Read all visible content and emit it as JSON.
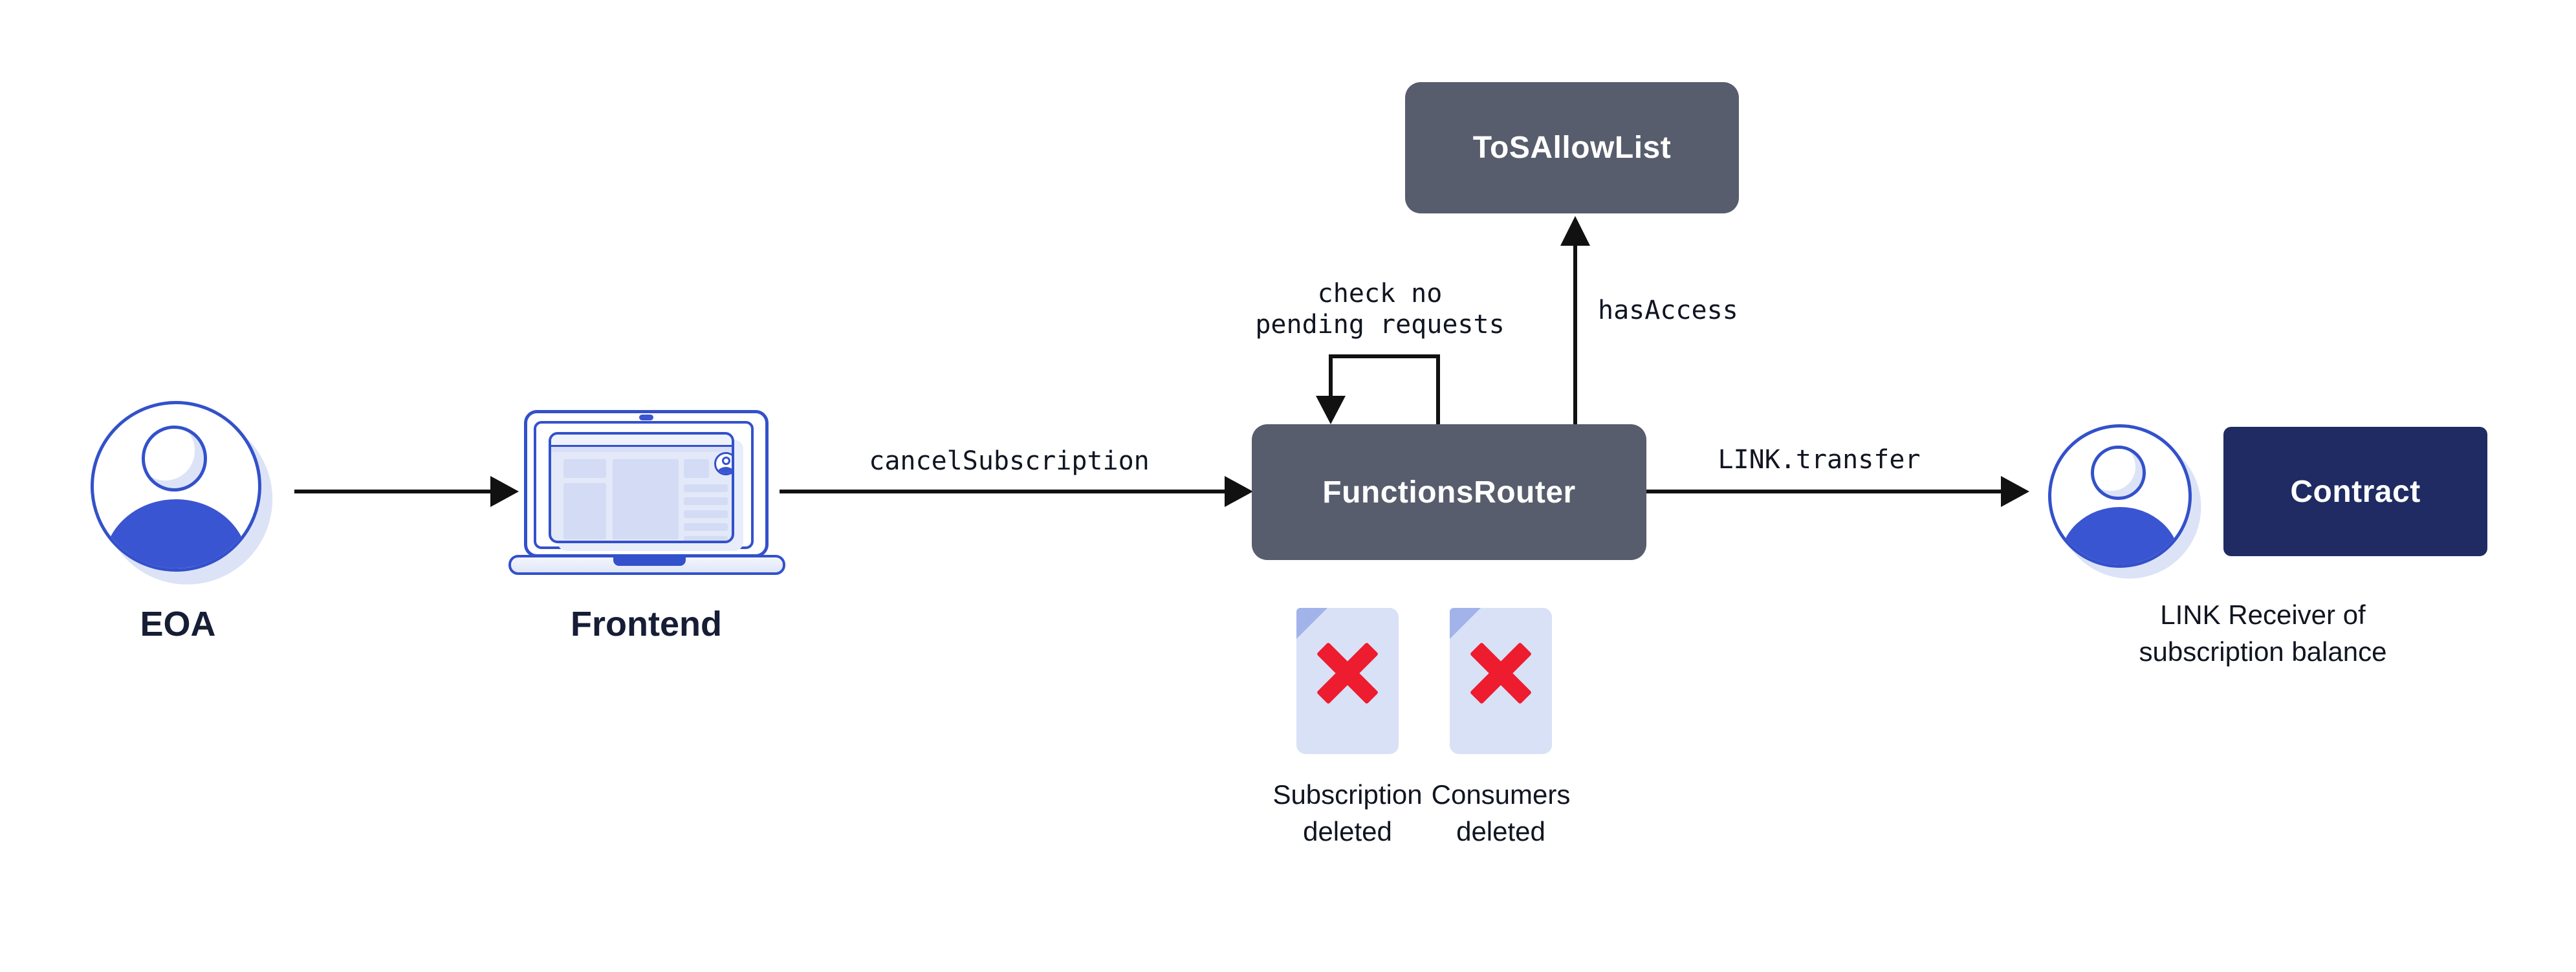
{
  "colors": {
    "node_slate": "#575D6C",
    "node_navy": "#1F2B62",
    "icon_stroke_blue": "#3351CB",
    "icon_fill_blue": "#3A55D1",
    "icon_shadow_periwinkle": "#DCE3F7",
    "document_body": "#D9E1F6",
    "document_fold": "#A2B3EA",
    "delete_x_red": "#ED1C2F",
    "text_ink": "#101521",
    "connector_black": "#111111"
  },
  "nodes": {
    "eoa": {
      "label": "EOA"
    },
    "frontend": {
      "label": "Frontend"
    },
    "functions_router": {
      "label": "FunctionsRouter"
    },
    "tos_allow_list": {
      "label": "ToSAllowList"
    },
    "contract": {
      "label": "Contract"
    },
    "receiver": {
      "caption": "LINK Receiver of\nsubscription balance"
    }
  },
  "edges": {
    "cancel_subscription": {
      "label": "cancelSubscription"
    },
    "check_pending": {
      "label": "check no\npending requests"
    },
    "has_access": {
      "label": "hasAccess"
    },
    "link_transfer": {
      "label": "LINK.transfer"
    }
  },
  "documents": {
    "subscription_deleted": {
      "label": "Subscription\ndeleted"
    },
    "consumers_deleted": {
      "label": "Consumers\ndeleted"
    }
  }
}
